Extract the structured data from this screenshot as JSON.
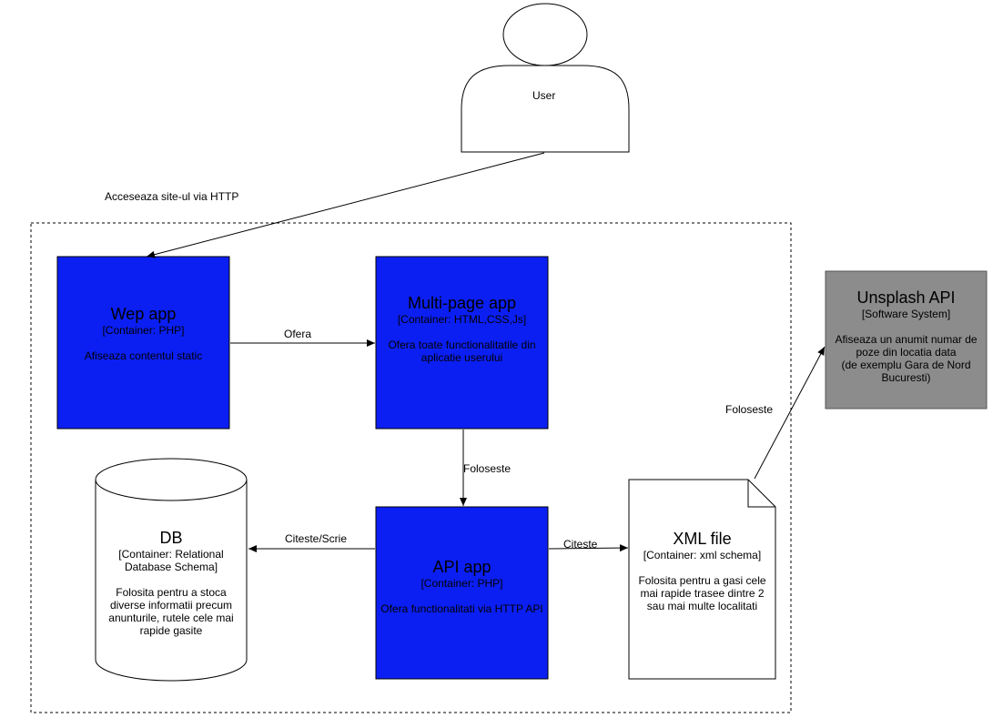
{
  "person": {
    "label": "User"
  },
  "containers": {
    "web_app": {
      "title": "Wep app",
      "tech": "[Container: PHP]",
      "desc": "Afiseaza contentul static"
    },
    "multi_page_app": {
      "title": "Multi-page app",
      "tech": "[Container: HTML,CSS,Js]",
      "desc_lines": [
        "Ofera toate functionalitatile din",
        "aplicatie userului"
      ]
    },
    "api_app": {
      "title": "API app",
      "tech": "[Container: PHP]",
      "desc": "Ofera functionalitati via HTTP API"
    },
    "db": {
      "title": "DB",
      "tech_lines": [
        "[Container: Relational",
        "Database Schema]"
      ],
      "desc_lines": [
        "Folosita pentru a stoca",
        "diverse informatii precum",
        "anunturile, rutele cele mai",
        "rapide gasite"
      ]
    },
    "xml_file": {
      "title": "XML file",
      "tech": "[Container: xml schema]",
      "desc_lines": [
        "Folosita pentru a gasi cele",
        "mai rapide trasee dintre 2",
        "sau mai multe localitati"
      ]
    }
  },
  "external": {
    "unsplash": {
      "title": "Unsplash API",
      "tech": "[Software System]",
      "desc_lines": [
        "Afiseaza un anumit numar de",
        "poze din locatia data",
        "(de exemplu Gara de Nord",
        "Bucuresti)"
      ]
    }
  },
  "edges": {
    "user_to_web": "Acceseaza site-ul via HTTP",
    "web_to_multi": "Ofera",
    "multi_to_api": "Foloseste",
    "api_to_db": "Citeste/Scrie",
    "api_to_xml": "Citeste",
    "xml_to_unsplash": "Foloseste"
  },
  "colors": {
    "container_fill": "#0b1ff2",
    "external_fill": "#8c8c8c",
    "stroke": "#000000",
    "background": "#ffffff"
  }
}
